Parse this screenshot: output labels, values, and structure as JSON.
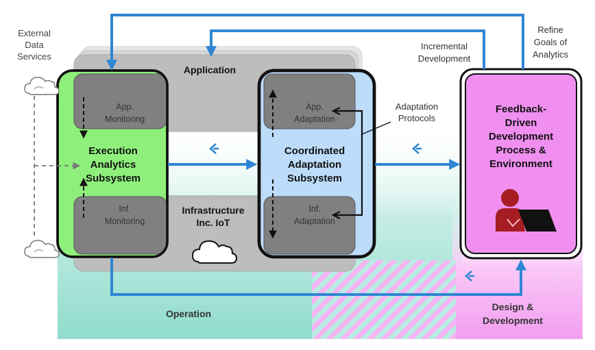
{
  "external": {
    "title_lines": [
      "External",
      "Data",
      "Services"
    ]
  },
  "application": {
    "label": "Application",
    "app_monitoring_lines": [
      "App.",
      "Monitoring"
    ],
    "app_adaptation_lines": [
      "App.",
      "Adaptation"
    ]
  },
  "infrastructure": {
    "label_lines": [
      "Infrastructure",
      "Inc. IoT"
    ],
    "inf_monitoring_lines": [
      "Inf.",
      "Monitoring"
    ],
    "inf_adaptation_lines": [
      "Inf.",
      "Adaptation"
    ]
  },
  "execution": {
    "label_lines": [
      "Execution",
      "Analytics",
      "Subsystem"
    ]
  },
  "coordinated": {
    "label_lines": [
      "Coordinated",
      "Adaptation",
      "Subsystem"
    ]
  },
  "protocols": {
    "label_lines": [
      "Adaptation",
      "Protocols"
    ]
  },
  "feedback": {
    "label_lines": [
      "Feedback-",
      "Driven",
      "Development",
      "Process &",
      "Environment"
    ]
  },
  "top": {
    "incremental_lines": [
      "Incremental",
      "Development"
    ],
    "refine_lines": [
      "Refine",
      "Goals of",
      "Analytics"
    ]
  },
  "bottom": {
    "operation": "Operation",
    "design_lines": [
      "Design &",
      "Development"
    ]
  },
  "colors": {
    "teal": "#a8e3d8",
    "pink": "#f7a6f5",
    "green": "#8ef07b",
    "light_blue": "#bcdcfa",
    "grey_box": "#7f7f7f",
    "grey_light": "#bdbdbd",
    "arrow_blue": "#2f86d3",
    "feedback_fill": "#f08ff0"
  }
}
